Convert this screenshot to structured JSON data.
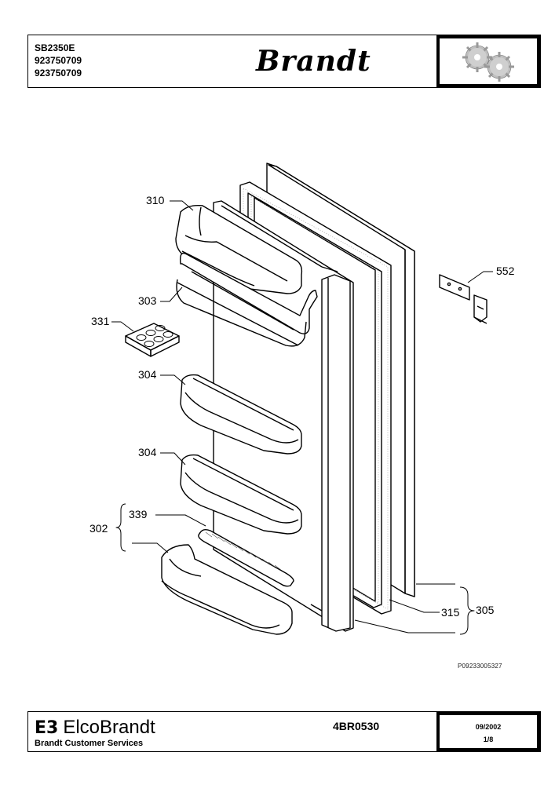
{
  "header": {
    "model": "SB2350E",
    "code_1": "923750709",
    "code_2": "923750709",
    "brand": "Brandt",
    "gear_icon": "gears-icon"
  },
  "callouts": {
    "c310": "310",
    "c303": "303",
    "c331": "331",
    "c304a": "304",
    "c304b": "304",
    "c339": "339",
    "c302": "302",
    "c552": "552",
    "c315": "315",
    "c305": "305"
  },
  "figure_ref": "P09233005327",
  "footer": {
    "logo_mark": "E3",
    "logo_text": "ElcoBrandt",
    "service": "Brandt Customer Services",
    "doc_id": "4BR0530",
    "date": "09/2002",
    "page": "1/8"
  }
}
